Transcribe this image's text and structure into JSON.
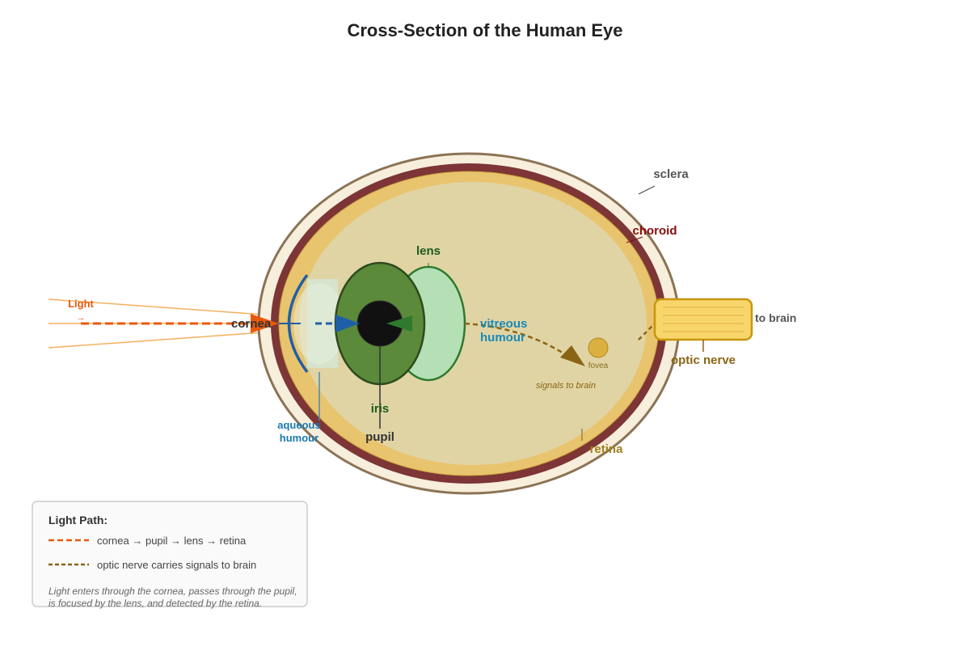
{
  "title": "Cross-Section of the Human Eye",
  "labels": {
    "light": "Light",
    "light_arrow": "→",
    "cornea": "cornea",
    "lens": "lens",
    "iris": "iris",
    "pupil": "pupil",
    "aqueous_line1": "aqueous",
    "aqueous_line2": "humour",
    "vitreous_line1": "vitreous",
    "vitreous_line2": "humour",
    "fovea": "fovea",
    "signals": "signals to brain",
    "retina": "retina",
    "sclera": "sclera",
    "choroid": "choroid",
    "optic_nerve": "optic nerve",
    "to_brain": "to brain"
  },
  "legend": {
    "title": "Light Path:",
    "item1": "cornea → pupil → lens → retina",
    "item2": "optic nerve carries signals to brain",
    "note_line1": "Light enters through the cornea, passes through the pupil,",
    "note_line2": "is focused by the lens, and detected by the retina."
  },
  "colors": {
    "sclera": "#f7eedc",
    "choroid": "#7d3535",
    "retina": "#e8c46e",
    "vitreous": "#e0d4a4",
    "iris": "#5a8a3a",
    "lens": "#b5e0b5",
    "light": "#e8590c",
    "cornea": "#1f5fa8",
    "nerve": "#f7d56a",
    "signal": "#8a6414"
  }
}
